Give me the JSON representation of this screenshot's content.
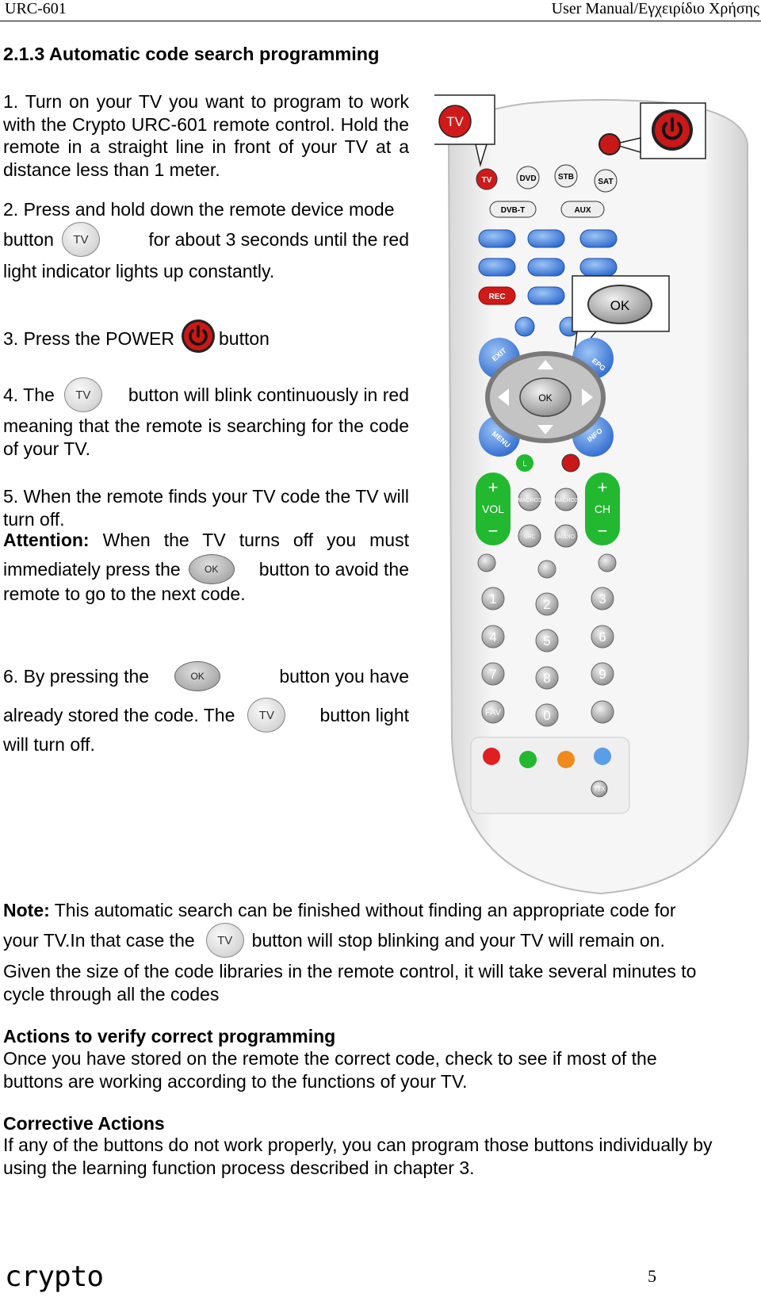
{
  "header": {
    "left": "URC-601",
    "right": "User Manual/Εγχειρίδιο Χρήσης"
  },
  "section_title": "2.1.3 Automatic code search programming",
  "step1": "1. Turn on your TV you want to program to work with the Crypto URC-601 remote control. Hold the remote in a straight line in front of your TV at a distance less than 1 meter.",
  "step2": {
    "line1": "2. Press and hold down the remote device mode",
    "pre": "button",
    "post": "for about 3 seconds until the red",
    "line3": "light indicator lights up constantly."
  },
  "step3": {
    "pre": "3. Press  the POWER",
    "post": "button"
  },
  "step4": {
    "pre": "4. The",
    "post": "button will blink continuously in red",
    "rest": "meaning that the remote is searching for the code of your TV."
  },
  "step5": {
    "line1": "5. When the remote finds your TV code the TV will turn off.",
    "attention_label": "Attention:",
    "attention_text": " When the TV turns off you must",
    "pre": "immediately press the",
    "post": "button to avoid the",
    "line_end": "remote to go to the next code."
  },
  "step6": {
    "pre": "6.  By  pressing  the",
    "post": "button  you  have",
    "pre2": "already  stored  the  code.  The",
    "post2": "button  light",
    "line_end": "will turn off."
  },
  "note": {
    "label": "Note:",
    "text1": " This automatic search can be finished without finding an appropriate code for",
    "pre": "your TV.In that case the",
    "post": "button will stop blinking and your TV will remain on.",
    "text2": "Given the size of the code libraries in the remote control, it will take several minutes to cycle through all the codes"
  },
  "verify": {
    "heading": "Actions to verify correct programming",
    "text": "Once you have stored on the remote the correct code, check to see if most of the buttons are working according to the functions of your TV."
  },
  "corrective": {
    "heading": "Corrective Actions",
    "text": "If any of the buttons do not work properly, you can program those buttons individually by using the learning function process described in chapter 3."
  },
  "icons": {
    "tv": "TV",
    "ok": "OK"
  },
  "remote": {
    "callout_tv": "TV",
    "callout_ok": "OK",
    "mode_buttons": [
      "TV",
      "DVD",
      "STB",
      "SAT"
    ],
    "dvbt": "DVB-T",
    "aux": "AUX",
    "rec": "REC",
    "exit": "EXIT",
    "epg": "EPG",
    "menu": "MENU",
    "info": "INFO",
    "ok": "OK",
    "l": "L",
    "vol": "VOL",
    "ch": "CH",
    "macro1": "MACRO1",
    "macro2": "MACRO2",
    "src": "SRC",
    "audio": "AUDIO",
    "digits": [
      "1",
      "2",
      "3",
      "4",
      "5",
      "6",
      "7",
      "8",
      "9",
      "0"
    ],
    "fav": "FAV",
    "ttx": "TTX",
    "colors": {
      "blue": "#3a78d8",
      "red": "#e02020",
      "green": "#22b830",
      "orange": "#f08a1c",
      "light_blue": "#5a9ee8"
    }
  },
  "footer": {
    "logo": "crypto",
    "page": "5"
  }
}
